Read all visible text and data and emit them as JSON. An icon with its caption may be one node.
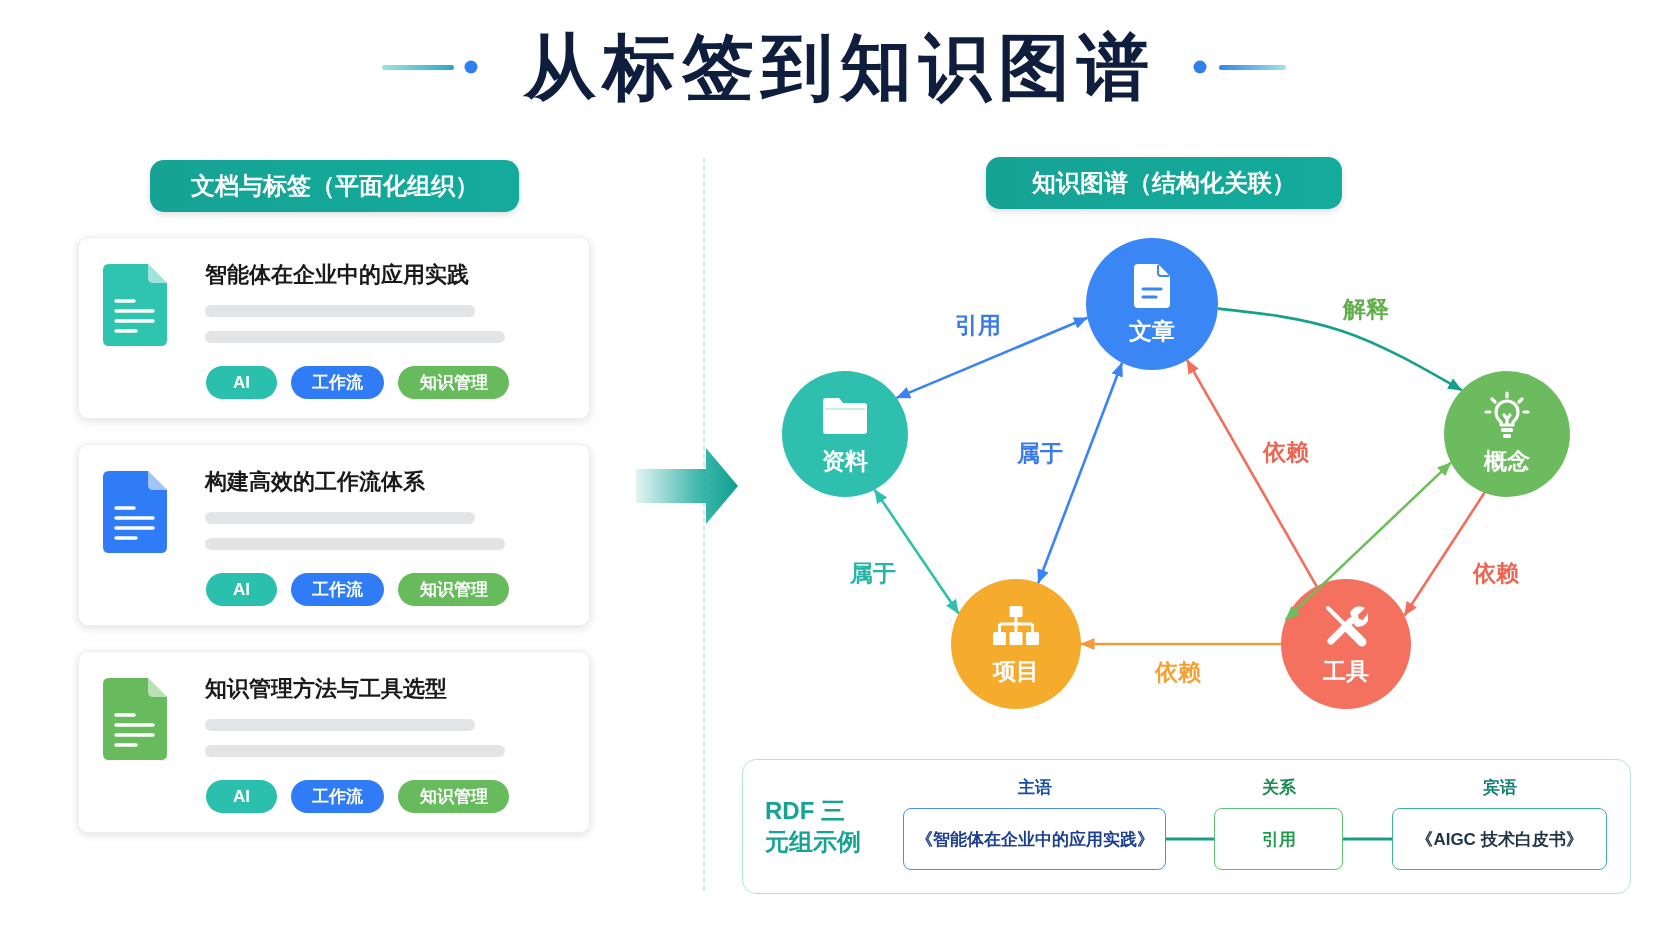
{
  "diagram": {
    "title": "从标签到知识图谱",
    "nodes": [
      {
        "text": [
          "文档与标签（平面化组织）"
        ]
      },
      {
        "text": [
          "智能体在企业中的应用实践"
        ]
      },
      {
        "text": [
          "AI"
        ],
        "in": 1
      },
      {
        "text": [
          "工作流"
        ],
        "in": 1
      },
      {
        "text": [
          "知识管理"
        ],
        "in": 1
      },
      {
        "text": [
          "构建高效的工作流体系"
        ]
      },
      {
        "text": [
          "AI"
        ],
        "in": 5
      },
      {
        "text": [
          "工作流"
        ],
        "in": 5
      },
      {
        "text": [
          "知识管理"
        ],
        "in": 5
      },
      {
        "text": [
          "知识管理方法与工具选型"
        ]
      },
      {
        "text": [
          "AI"
        ],
        "in": 9
      },
      {
        "text": [
          "工作流"
        ],
        "in": 9
      },
      {
        "text": [
          "知识管理"
        ],
        "in": 9
      },
      {
        "text": [
          "知识图谱（结构化关联）"
        ]
      },
      {
        "text": [
          "文章"
        ]
      },
      {
        "text": [
          "资料"
        ]
      },
      {
        "text": [
          "概念"
        ]
      },
      {
        "text": [
          "项目"
        ]
      },
      {
        "text": [
          "工具"
        ]
      },
      {
        "text": [
          "RDF 三元组示例"
        ]
      },
      {
        "text": [
          "《智能体在企业中的应用实践》"
        ],
        "in": 19,
        "beside": [
          "主语"
        ]
      },
      {
        "text": [
          "引用"
        ],
        "in": 19,
        "beside": [
          "关系"
        ]
      },
      {
        "text": [
          "《AIGC 技术白皮书》"
        ],
        "in": 19,
        "beside": [
          "宾语"
        ]
      }
    ],
    "edges": [
      {
        "from": 15,
        "to": 14,
        "arrow": "both",
        "label": "引用",
        "color": "#3b82f6"
      },
      {
        "from": 14,
        "to": 16,
        "arrow": "to",
        "label": "解释",
        "color": "#14a08c"
      },
      {
        "from": 14,
        "to": 17,
        "arrow": "both",
        "label": "属于",
        "color": "#3b82f6"
      },
      {
        "from": 18,
        "to": 14,
        "arrow": "to",
        "label": "依赖",
        "color": "#f26d5b"
      },
      {
        "from": 16,
        "to": 18,
        "arrow": "both",
        "color": "#6cbf5a"
      },
      {
        "from": 16,
        "to": 18,
        "arrow": "to",
        "label": "依赖",
        "color": "#f26d5b"
      },
      {
        "from": 15,
        "to": 17,
        "arrow": "both",
        "label": "属于",
        "color": "#2fbfae"
      },
      {
        "from": 18,
        "to": 17,
        "arrow": "to",
        "label": "依赖",
        "color": "#f59a3a"
      },
      {
        "from": 20,
        "to": 21,
        "arrow": "none",
        "color": "#1b9c8c"
      },
      {
        "from": 21,
        "to": 22,
        "arrow": "none",
        "color": "#1b9c8c"
      }
    ]
  }
}
